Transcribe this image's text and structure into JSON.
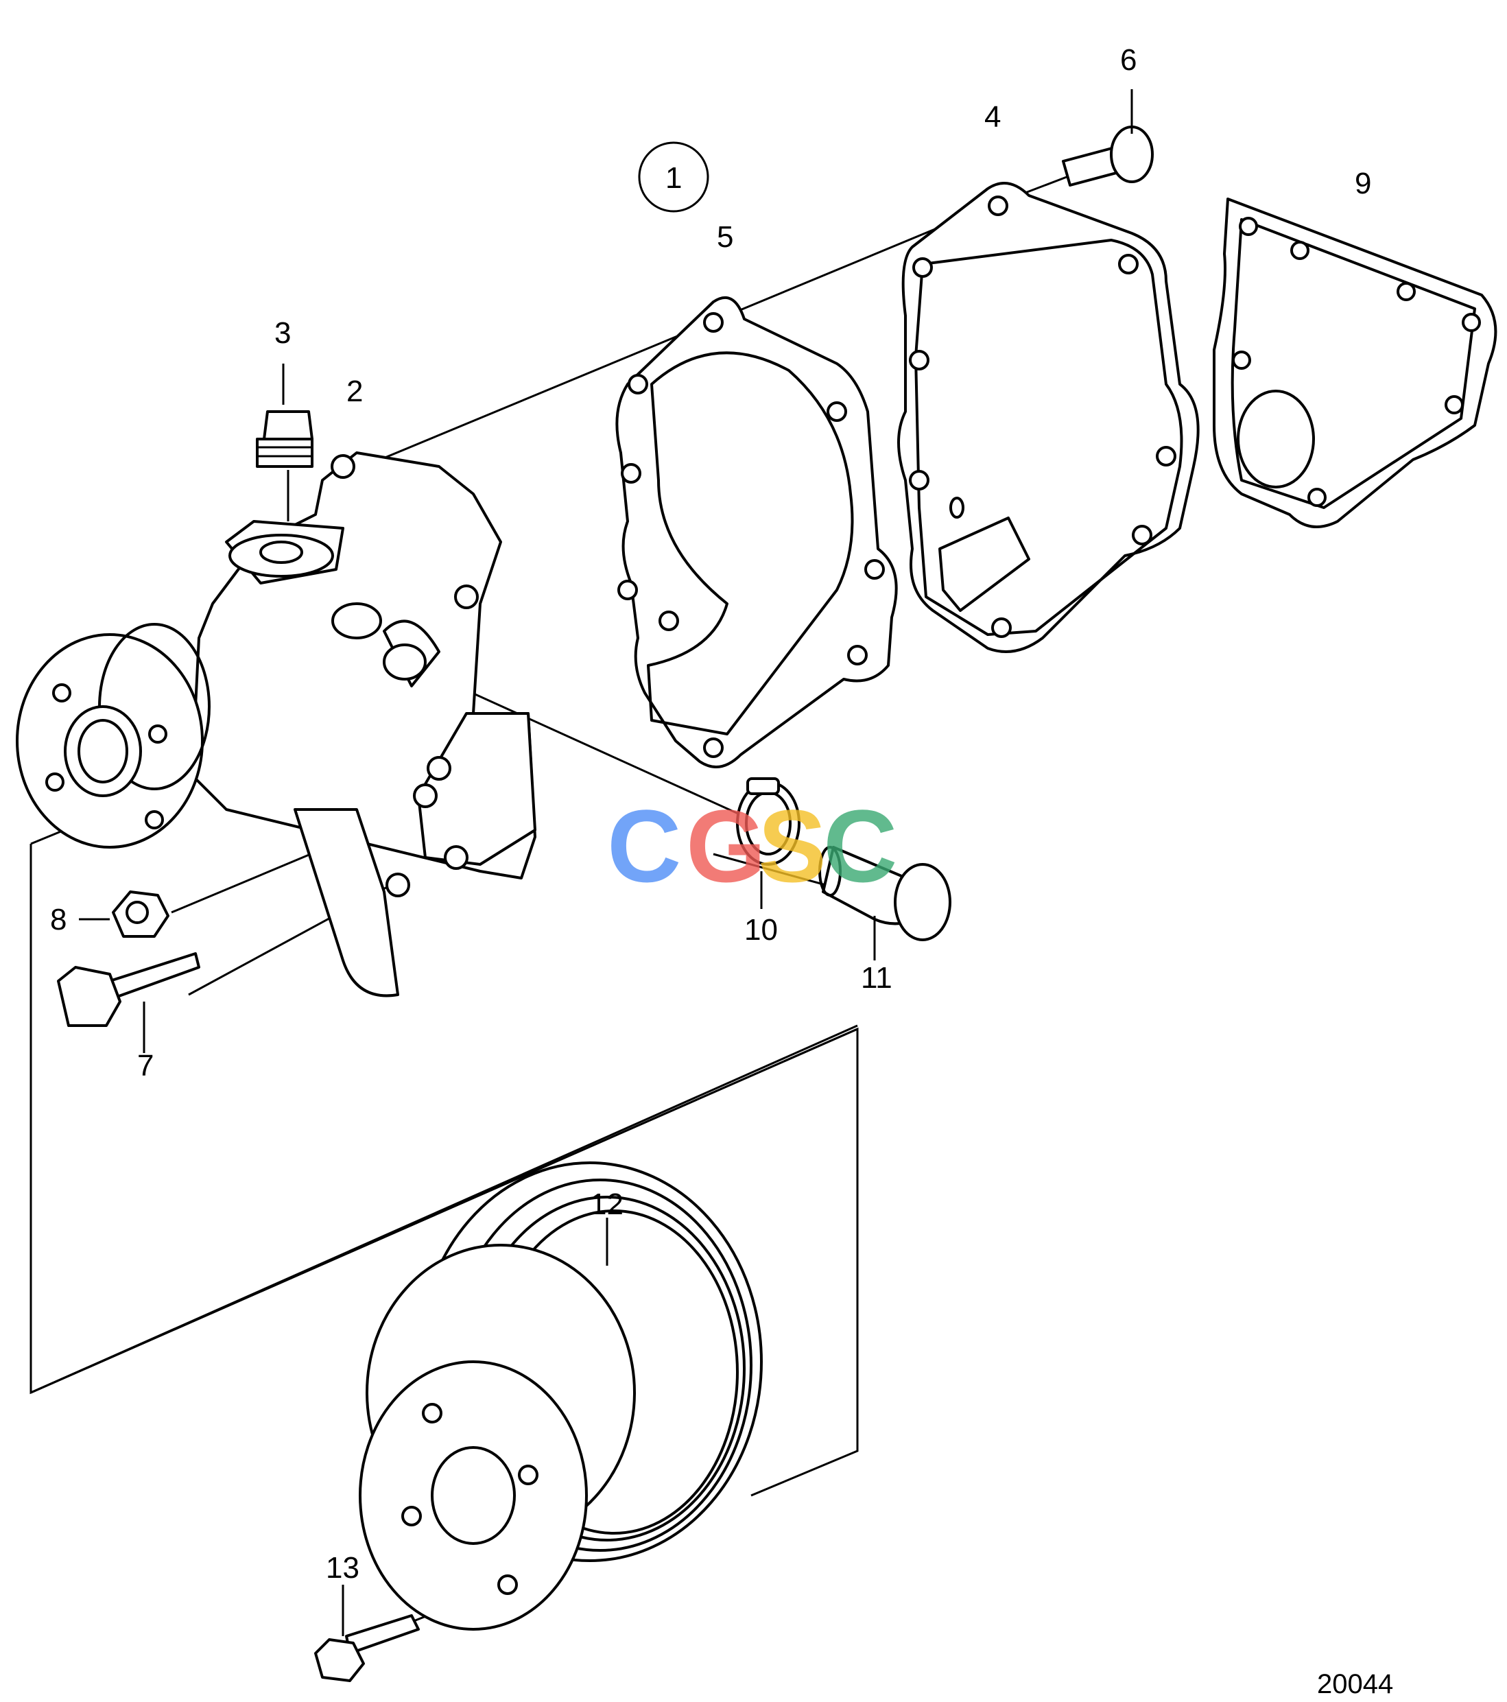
{
  "diagram": {
    "assembly_marker": "1",
    "reference_number": "20044",
    "watermark": {
      "letters": [
        "C",
        "G",
        "S",
        "C"
      ],
      "colors": [
        "#4f8ef7",
        "#ef5b55",
        "#f5c026",
        "#3aaa73"
      ]
    },
    "callouts": {
      "c2": "2",
      "c3": "3",
      "c4": "4",
      "c5": "5",
      "c6": "6",
      "c7": "7",
      "c8": "8",
      "c9": "9",
      "c10": "10",
      "c11": "11",
      "c12": "12",
      "c13": "13"
    }
  }
}
